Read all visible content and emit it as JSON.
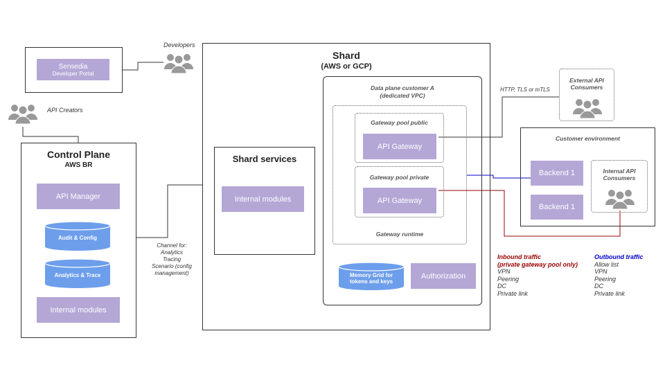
{
  "portal": {
    "line1": "Sensedia",
    "line2": "Developer Portal"
  },
  "developers": "Developers",
  "api_creators": "API Creators",
  "control_plane": {
    "title": "Control Plane",
    "subtitle": "AWS BR",
    "api_manager": "API Manager",
    "audit": "Audit & Config",
    "analytics": "Analytics & Trace",
    "internal_modules": "Internal modules"
  },
  "channel": {
    "line1": "Channel  for:",
    "line2": "Analytics",
    "line3": "Tracing",
    "line4": "Scenario (config",
    "line5": "management)"
  },
  "shard": {
    "title": "Shard",
    "subtitle": "(AWS or GCP)",
    "services_title": "Shard services",
    "internal_modules": "Internal modules"
  },
  "data_plane": {
    "line1": "Data plane customer A",
    "line2": "(dedicated VPC)",
    "pool_public": "Gateway pool public",
    "pool_private": "Gateway pool private",
    "api_gateway_public": "API Gateway",
    "api_gateway_private": "API Gateway",
    "runtime": "Gateway runtime",
    "memory_grid_1": "Memory Grid for",
    "memory_grid_2": "tokens and keys",
    "authorization": "Authorization"
  },
  "protocols": "HTTP, TLS or mTLS",
  "external_consumers": {
    "line1": "External API",
    "line2": "Consumers"
  },
  "customer_env": {
    "title": "Customer environment",
    "backend_1": "Backend 1",
    "backend_2": "Backend 1",
    "internal_line1": "Internal API",
    "internal_line2": "Consumers"
  },
  "inbound": {
    "title1": "Inbound traffic",
    "title2": "(private gateway pool only)",
    "items": [
      "VPN",
      "Peering",
      "DC",
      "Private link"
    ]
  },
  "outbound": {
    "title": "Outbound traffic",
    "items": [
      "Allow list",
      "VPN",
      "Peering",
      "DC",
      "Private link"
    ]
  },
  "colors": {
    "purple": "#b4a7d6",
    "blue_db": "#6d9eeb",
    "people": "#999999",
    "inbound": "#990000",
    "outbound": "#0000cc"
  }
}
